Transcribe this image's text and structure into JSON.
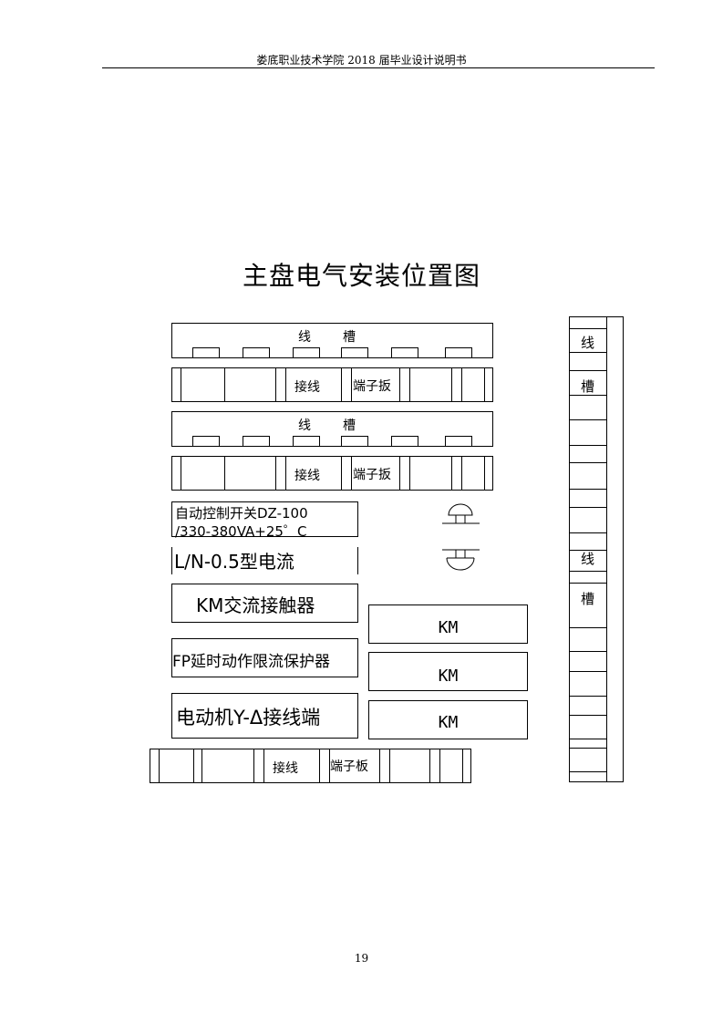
{
  "header": {
    "text": "娄底职业技术学院 2018 届毕业设计说明书"
  },
  "title": "主盘电气安装位置图",
  "trough": {
    "left": "线",
    "right": "槽"
  },
  "terminal": {
    "left": "接线",
    "right": "端子板",
    "right_alt": "端子扳"
  },
  "auto_switch": {
    "line1": "自动控制开关DZ-100",
    "line2": "/330-380VA+25゜C"
  },
  "current": {
    "label": "L/N-0.5型电流"
  },
  "contactor": {
    "label": "KM交流接触器"
  },
  "protector": {
    "label": "FP延时动作限流保护器"
  },
  "motor": {
    "label": "电动机Y-Δ接线端"
  },
  "km_label": "KM",
  "side_trough": {
    "a": "线",
    "b": "槽",
    "c": "线",
    "d": "槽"
  },
  "page_number": "19"
}
